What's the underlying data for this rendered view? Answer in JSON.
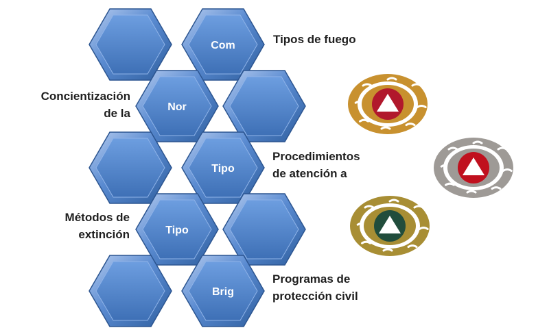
{
  "hexagons": [
    {
      "label": ""
    },
    {
      "label": "Com"
    },
    {
      "label": "Nor"
    },
    {
      "label": ""
    },
    {
      "label": ""
    },
    {
      "label": "Tipo"
    },
    {
      "label": "Tipo"
    },
    {
      "label": ""
    },
    {
      "label": ""
    },
    {
      "label": "Brig"
    }
  ],
  "labels": {
    "tipos_fuego": "Tipos de fuego",
    "concientizacion_1": "Concientización",
    "concientizacion_2": "de la",
    "procedimientos_1": "Procedimientos",
    "procedimientos_2": "de atención a",
    "metodos_1": "Métodos de",
    "metodos_2": "extinción",
    "programas_1": "Programas de",
    "programas_2": "protección civil"
  },
  "colors": {
    "hex_fill": "#4f81c7",
    "hex_dark": "#2c5590",
    "emblem_gold": "#c8912f",
    "emblem_gray": "#9e9a96",
    "emblem_green": "#9c8a36",
    "triangle_red": "#b1182c",
    "triangle_green": "#214d3c"
  },
  "emblems": [
    {
      "name": "civil-protection-emblem-gold",
      "ring": "#c8912f",
      "inner": "#b1182c"
    },
    {
      "name": "civil-protection-emblem-gray",
      "ring": "#9e9a96",
      "inner": "#c0101e"
    },
    {
      "name": "civil-protection-emblem-olive",
      "ring": "#a88e34",
      "inner": "#214d3c"
    }
  ]
}
